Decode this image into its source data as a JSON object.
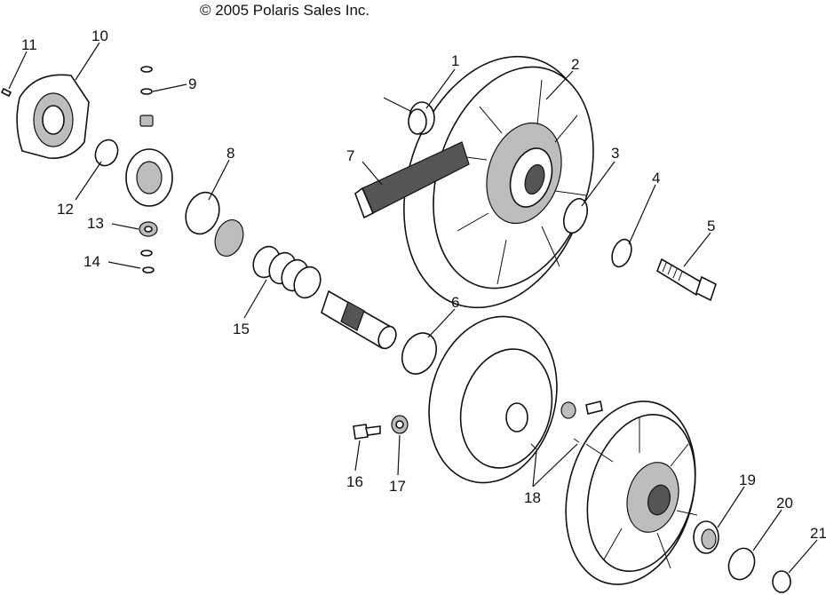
{
  "copyright": "© 2005 Polaris Sales Inc.",
  "callouts": [
    "1",
    "2",
    "3",
    "4",
    "5",
    "6",
    "7",
    "8",
    "9",
    "10",
    "11",
    "12",
    "13",
    "14",
    "15",
    "16",
    "17",
    "18",
    "19",
    "20",
    "21"
  ],
  "colors": {
    "ink": "#111111",
    "shade": "#bdbdbd",
    "dark": "#555555",
    "background": "#ffffff"
  }
}
